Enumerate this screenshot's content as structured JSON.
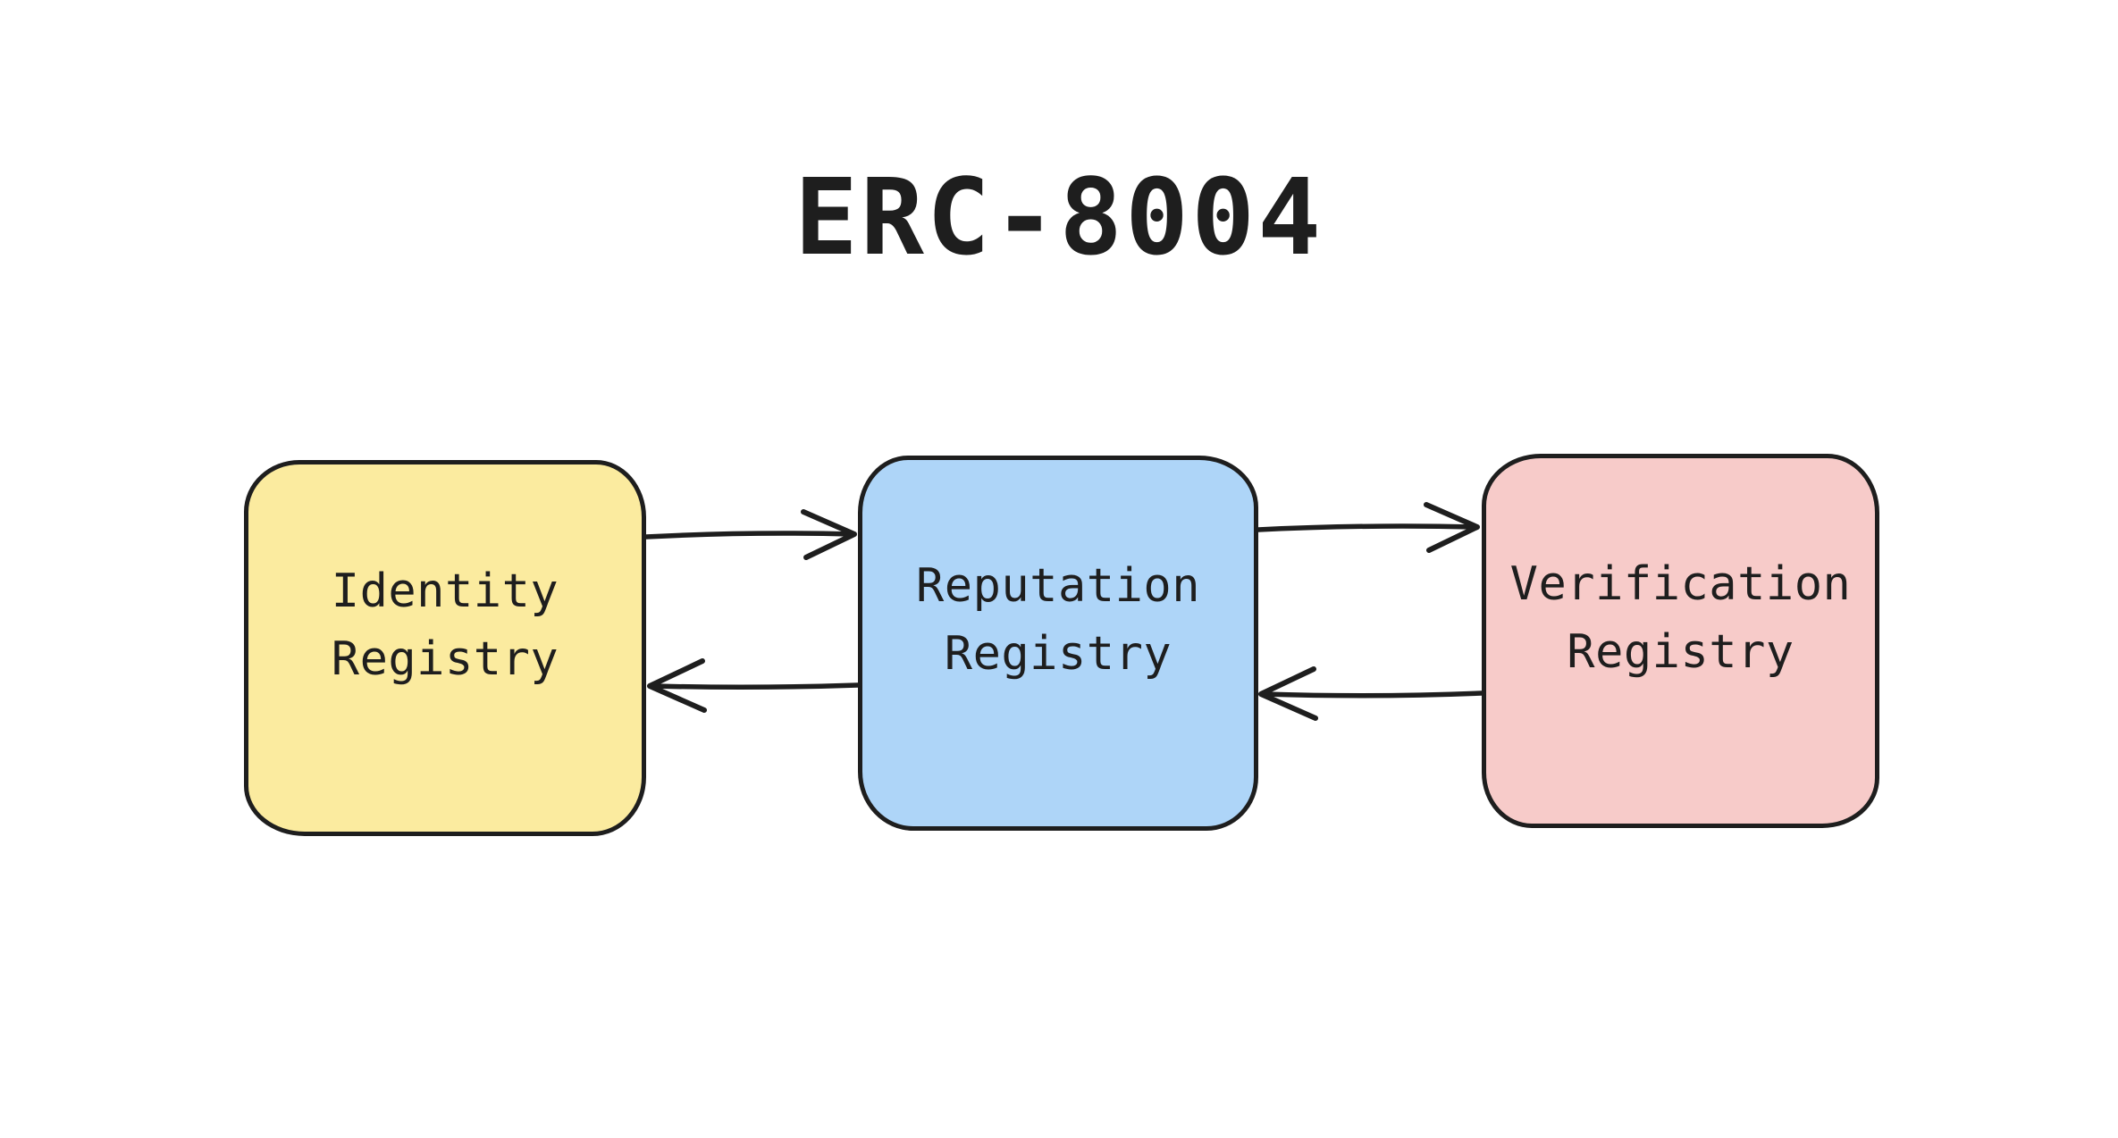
{
  "title": "ERC-8004",
  "canvas": {
    "background": "#ffffff",
    "stroke_color": "#1e1e1e"
  },
  "diagram": {
    "nodes": [
      {
        "id": "identity-registry",
        "lines": [
          "Identity",
          "Registry"
        ],
        "fill": "#fbeb9f"
      },
      {
        "id": "reputation-registry",
        "lines": [
          "Reputation",
          "Registry"
        ],
        "fill": "#aed5f8"
      },
      {
        "id": "verification-registry",
        "lines": [
          "Verification",
          "Registry"
        ],
        "fill": "#f7cbc9"
      }
    ],
    "edges": [
      {
        "from": "identity-registry",
        "to": "reputation-registry",
        "direction": "right"
      },
      {
        "from": "reputation-registry",
        "to": "identity-registry",
        "direction": "left"
      },
      {
        "from": "reputation-registry",
        "to": "verification-registry",
        "direction": "right"
      },
      {
        "from": "verification-registry",
        "to": "reputation-registry",
        "direction": "left"
      }
    ]
  }
}
